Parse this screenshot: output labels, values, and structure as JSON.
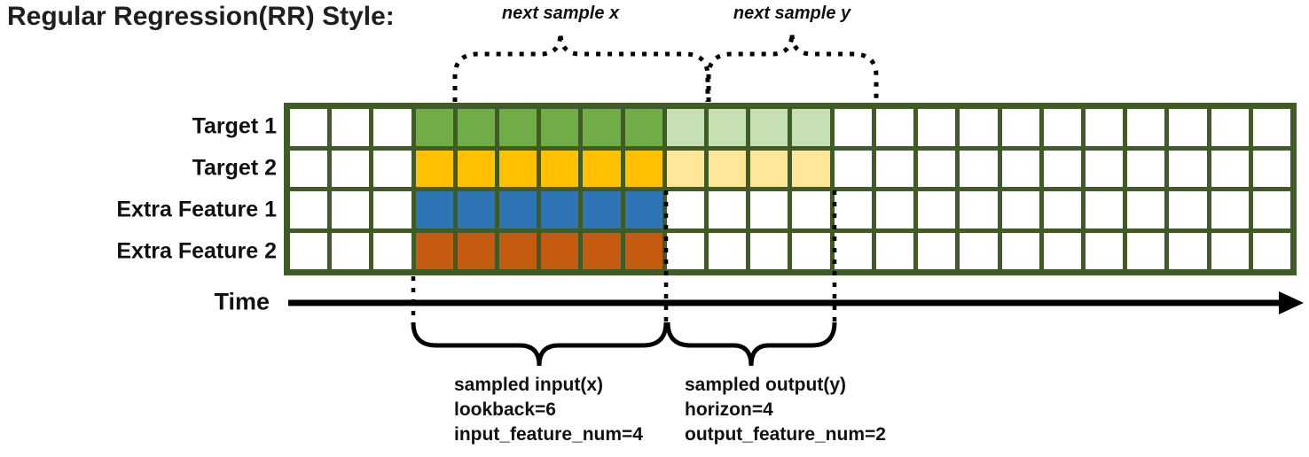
{
  "title": "Regular Regression(RR) Style:",
  "annotations": {
    "next_sample_x": "next sample x",
    "next_sample_y": "next sample y",
    "time_label": "Time",
    "input_block": [
      "sampled input(x)",
      "lookback=6",
      "input_feature_num=4"
    ],
    "output_block": [
      "sampled output(y)",
      "horizon=4",
      "output_feature_num=2"
    ]
  },
  "colors": {
    "grid_border": "#405c26",
    "empty_cell": "#ffffff",
    "green": "#70ad47",
    "green_light": "#c6e0b4",
    "yellow": "#ffc000",
    "yellow_light": "#ffe699",
    "blue": "#2e75b6",
    "orange": "#c55a11",
    "annotation": "#000000"
  },
  "grid": {
    "total_cols": 24,
    "lead_empty_cols": 3,
    "lookback": 6,
    "horizon": 4,
    "input_feature_num": 4,
    "output_feature_num": 2,
    "rows": [
      {
        "label": "Target 1",
        "input_color": "green",
        "output_color": "green_light"
      },
      {
        "label": "Target 2",
        "input_color": "yellow",
        "output_color": "yellow_light"
      },
      {
        "label": "Extra Feature 1",
        "input_color": "blue",
        "output_color": null
      },
      {
        "label": "Extra Feature 2",
        "input_color": "orange",
        "output_color": null
      }
    ]
  }
}
